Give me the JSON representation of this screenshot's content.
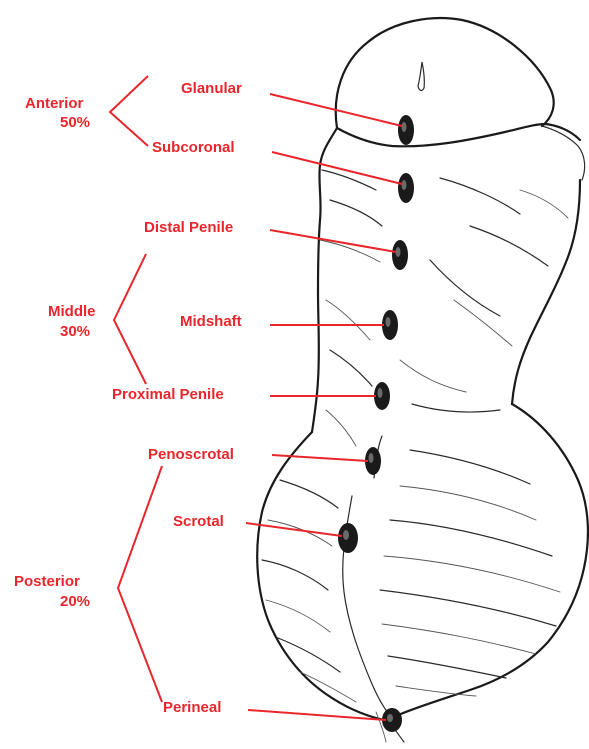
{
  "colors": {
    "label": "#e8262c",
    "ink": "#1a1a1a",
    "background": "#ffffff"
  },
  "groups": [
    {
      "name": "Anterior",
      "percent": "50%"
    },
    {
      "name": "Middle",
      "percent": "30%"
    },
    {
      "name": "Posterior",
      "percent": "20%"
    }
  ],
  "sites": [
    {
      "label": "Glanular"
    },
    {
      "label": "Subcoronal"
    },
    {
      "label": "Distal Penile"
    },
    {
      "label": "Midshaft"
    },
    {
      "label": "Proximal Penile"
    },
    {
      "label": "Penoscrotal"
    },
    {
      "label": "Scrotal"
    },
    {
      "label": "Perineal"
    }
  ]
}
